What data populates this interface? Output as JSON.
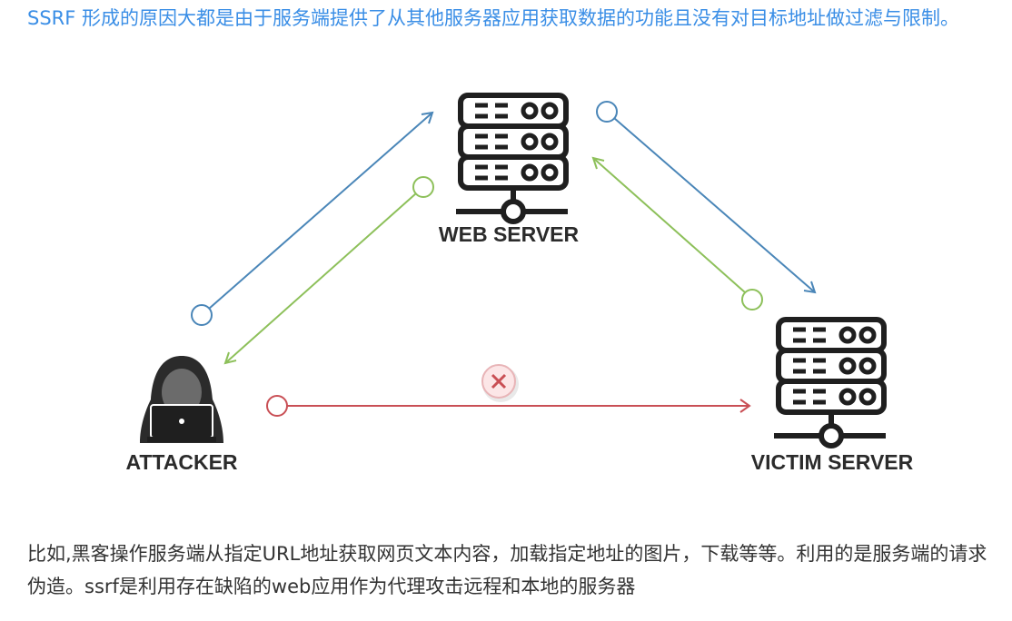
{
  "intro_text": "SSRF 形成的原因大都是由于服务端提供了从其他服务器应用获取数据的功能且没有对目标地址做过滤与限制。",
  "diagram": {
    "web_server_label": "WEB SERVER",
    "victim_server_label": "VICTIM SERVER",
    "attacker_label": "ATTACKER",
    "colors": {
      "request": "#4a86b8",
      "response": "#8dc05a",
      "blocked": "#c94f55",
      "icon": "#1f1f1f"
    },
    "icons": [
      "server-icon",
      "hacker-icon",
      "blocked-x-icon"
    ]
  },
  "footer_text": "比如,黑客操作服务端从指定URL地址获取网页文本内容，加载指定地址的图片，下载等等。利用的是服务端的请求伪造。ssrf是利用存在缺陷的web应用作为代理攻击远程和本地的服务器"
}
